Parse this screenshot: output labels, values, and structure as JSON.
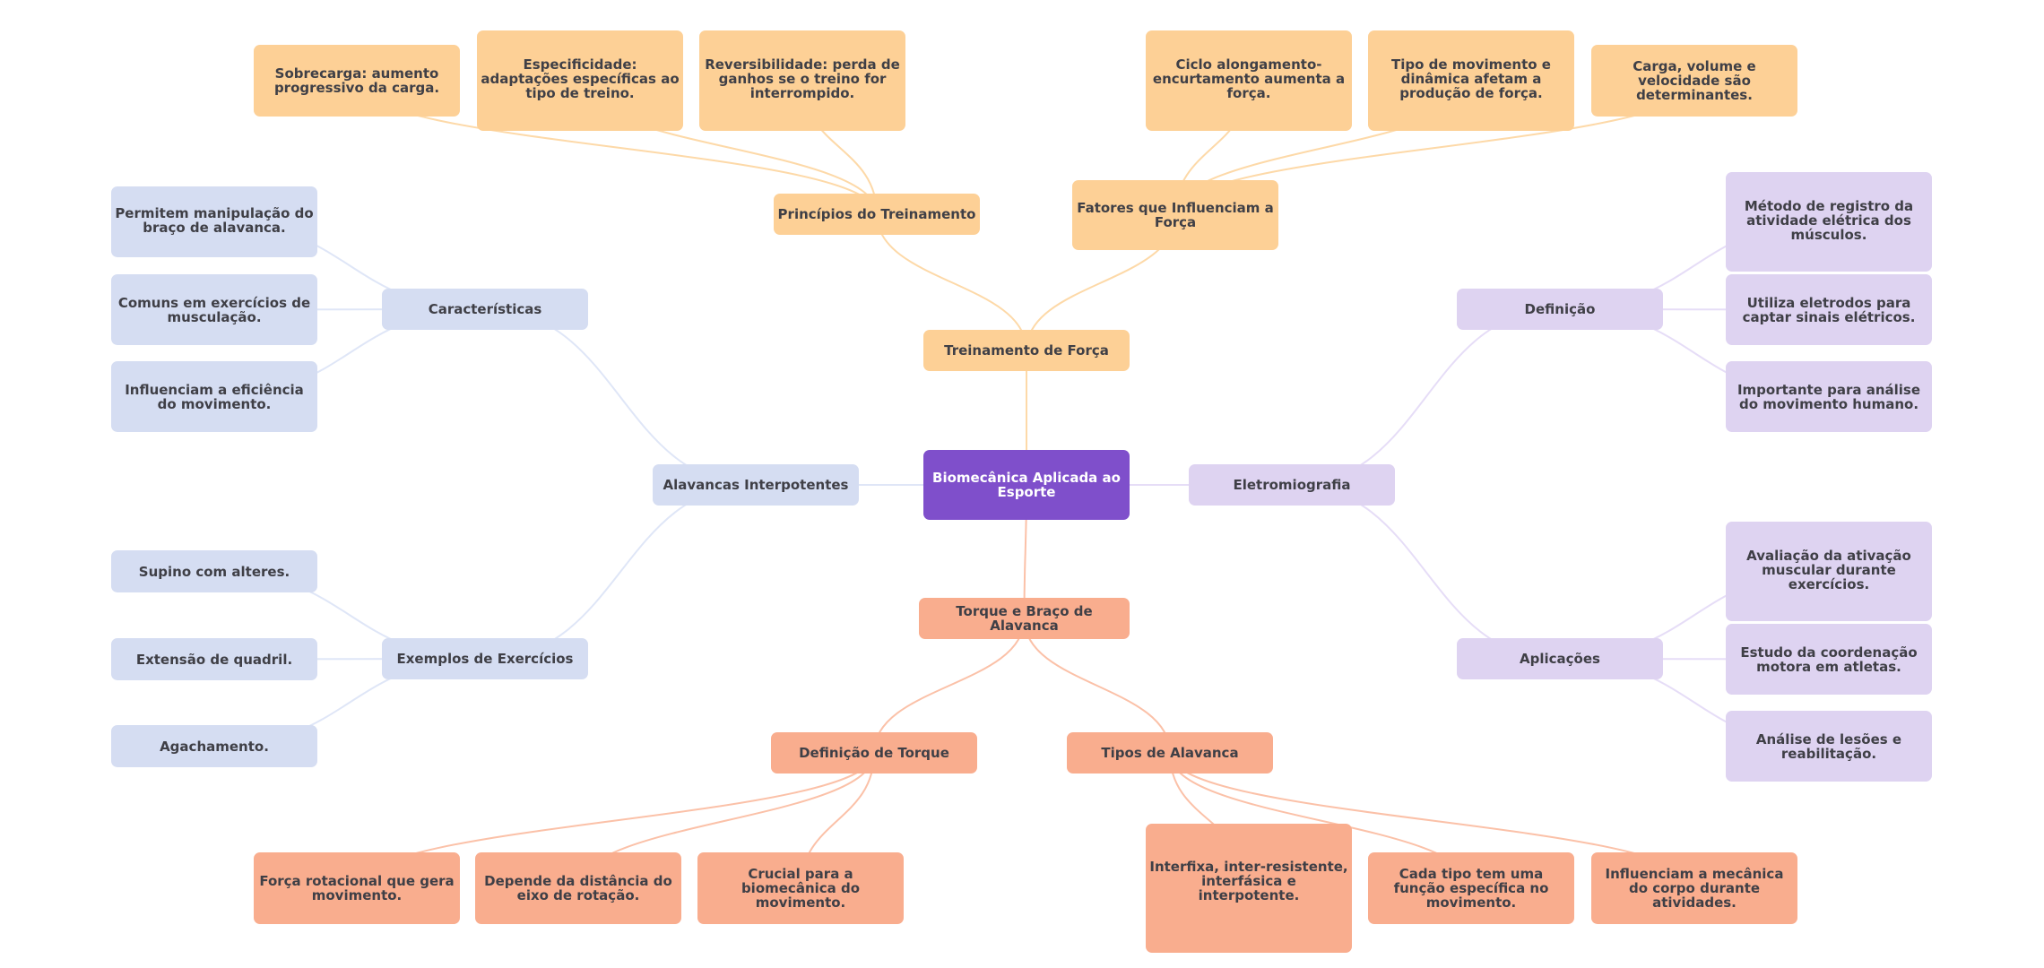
{
  "colors": {
    "root": "#7f4fcb",
    "orange_branch": "#fdd096",
    "blue_branch": "#d5ddf2",
    "purple_branch": "#ded3f1",
    "salmon_branch": "#f9ad8e",
    "orange_edge": "#fdd9a8",
    "blue_edge": "#dfe6f7",
    "purple_edge": "#e6ddf7",
    "salmon_edge": "#fbc1a8",
    "text": "#3f3f46",
    "root_text": "#ffffff"
  },
  "root": {
    "id": "root",
    "label": "Biomecânica Aplicada ao Esporte"
  },
  "branches": [
    {
      "id": "treinamento",
      "label": "Treinamento de Força",
      "color": "orange",
      "children": [
        {
          "id": "principios",
          "label": "Princípios do Treinamento",
          "children": [
            {
              "id": "sobrecarga",
              "label": "Sobrecarga: aumento progressivo da carga."
            },
            {
              "id": "especificidade",
              "label": "Especificidade: adaptações específicas ao tipo de treino."
            },
            {
              "id": "reversibilidade",
              "label": "Reversibilidade: perda de ganhos se o treino for interrompido."
            }
          ]
        },
        {
          "id": "fatores",
          "label": "Fatores que Influenciam a Força",
          "children": [
            {
              "id": "ciclo",
              "label": "Ciclo alongamento-encurtamento aumenta a força."
            },
            {
              "id": "tipo-mov",
              "label": "Tipo de movimento e dinâmica afetam a produção de força."
            },
            {
              "id": "carga",
              "label": "Carga, volume e velocidade são determinantes."
            }
          ]
        }
      ]
    },
    {
      "id": "alavancas",
      "label": "Alavancas Interpotentes",
      "color": "blue",
      "children": [
        {
          "id": "caracteristicas",
          "label": "Características",
          "children": [
            {
              "id": "permitem",
              "label": "Permitem manipulação do braço de alavanca."
            },
            {
              "id": "comuns",
              "label": "Comuns em exercícios de musculação."
            },
            {
              "id": "influenciam-ef",
              "label": "Influenciam a eficiência do movimento."
            }
          ]
        },
        {
          "id": "exemplos",
          "label": "Exemplos de Exercícios",
          "children": [
            {
              "id": "supino",
              "label": "Supino com alteres."
            },
            {
              "id": "extensao",
              "label": "Extensão de quadril."
            },
            {
              "id": "agachamento",
              "label": "Agachamento."
            }
          ]
        }
      ]
    },
    {
      "id": "eletromiografia",
      "label": "Eletromiografia",
      "color": "purple",
      "children": [
        {
          "id": "definicao",
          "label": "Definição",
          "children": [
            {
              "id": "metodo",
              "label": "Método de registro da atividade elétrica dos músculos."
            },
            {
              "id": "utiliza",
              "label": "Utiliza eletrodos para captar sinais elétricos."
            },
            {
              "id": "importante",
              "label": "Importante para análise do movimento humano."
            }
          ]
        },
        {
          "id": "aplicacoes",
          "label": "Aplicações",
          "children": [
            {
              "id": "avaliacao",
              "label": "Avaliação da ativação muscular durante exercícios."
            },
            {
              "id": "estudo",
              "label": "Estudo da coordenação motora em atletas."
            },
            {
              "id": "analise",
              "label": "Análise de lesões e reabilitação."
            }
          ]
        }
      ]
    },
    {
      "id": "torque",
      "label": "Torque e Braço de Alavanca",
      "color": "salmon",
      "children": [
        {
          "id": "def-torque",
          "label": "Definição de Torque",
          "children": [
            {
              "id": "forca-rot",
              "label": "Força rotacional que gera movimento."
            },
            {
              "id": "depende",
              "label": "Depende da distância do eixo de rotação."
            },
            {
              "id": "crucial",
              "label": "Crucial para a biomecânica do movimento."
            }
          ]
        },
        {
          "id": "tipos",
          "label": "Tipos de Alavanca",
          "children": [
            {
              "id": "interfixa",
              "label": "Interfixa, inter-resistente, interfásica e interpotente."
            },
            {
              "id": "cada-tipo",
              "label": "Cada tipo tem uma função específica no movimento."
            },
            {
              "id": "influenciam-mec",
              "label": "Influenciam a mecânica do corpo durante atividades."
            }
          ]
        }
      ]
    }
  ]
}
